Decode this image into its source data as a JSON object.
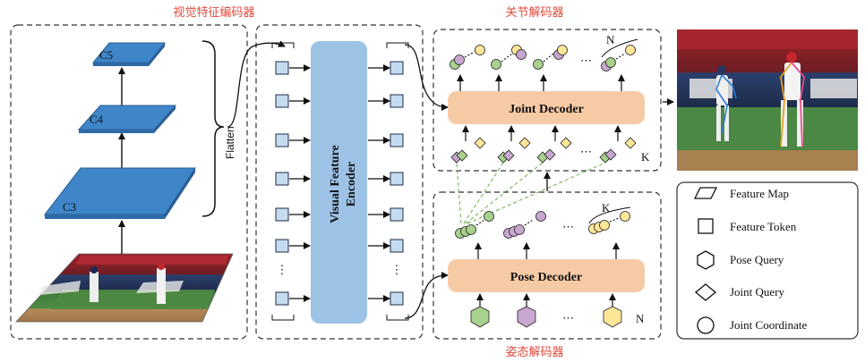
{
  "sections": {
    "encoder_cn": "视觉特征编码器",
    "joint_decoder_cn": "关节解码器",
    "pose_decoder_cn": "姿态解码器"
  },
  "backbone": {
    "c5": "C5",
    "c4": "C4",
    "c3": "C3",
    "flatten": "Flatten"
  },
  "encoder": {
    "line1": "Visual Feature",
    "line2": "Encoder",
    "ellipsis": "⋮"
  },
  "joint_decoder": {
    "label": "Joint Decoder",
    "n_label": "N",
    "k_label": "K",
    "ellipsis": "⋯"
  },
  "pose_decoder": {
    "label": "Pose Decoder",
    "n_label": "N",
    "k_label": "K",
    "ellipsis": "⋯"
  },
  "legend": {
    "items": [
      {
        "icon": "parallelogram",
        "label": "Feature Map"
      },
      {
        "icon": "square",
        "label": "Feature Token"
      },
      {
        "icon": "hexagon",
        "label": "Pose Query"
      },
      {
        "icon": "diamond",
        "label": "Joint Query"
      },
      {
        "icon": "circle",
        "label": "Joint Coordinate"
      }
    ]
  },
  "colors": {
    "feature_map": "#3d84c6",
    "token": "#c5dbef",
    "encoder": "#9cc3e6",
    "decoder": "#f7caa6",
    "query_green": "#a9d18e",
    "query_purple": "#c7a7cf",
    "query_yellow": "#ffe699",
    "accent_red": "#e0493a"
  }
}
